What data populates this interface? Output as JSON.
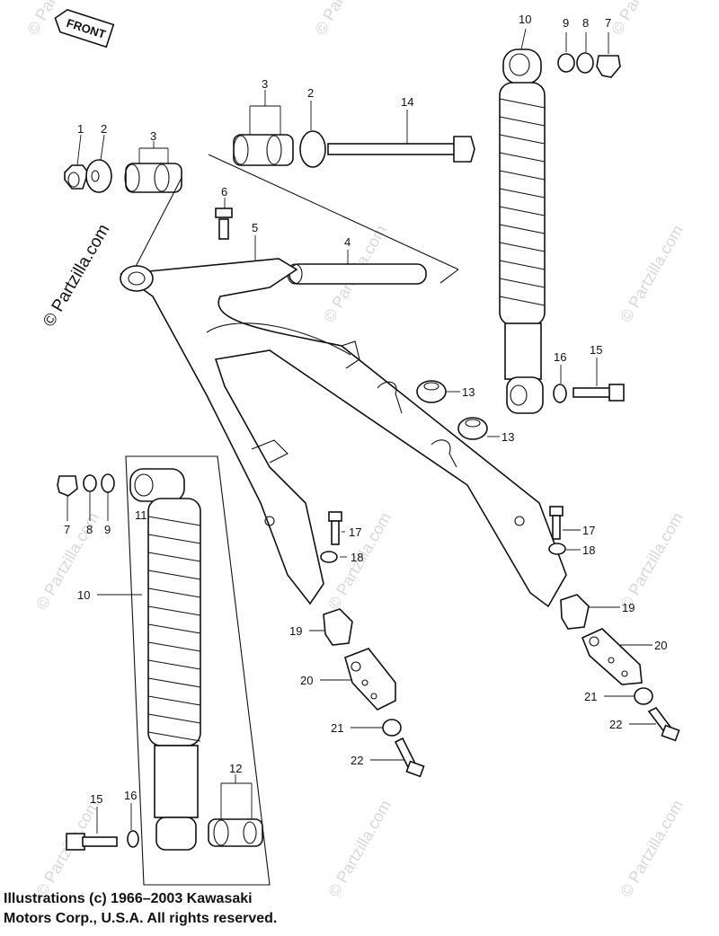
{
  "diagram": {
    "front_badge": "FRONT",
    "watermark_main": "© Partzilla.com",
    "watermark_tile": "© Partzilla.com",
    "labels": {
      "p1": "1",
      "p2a": "2",
      "p3a": "3",
      "p2b": "2",
      "p3b": "3",
      "p14": "14",
      "p6": "6",
      "p5": "5",
      "p4": "4",
      "p10a": "10",
      "p9a": "9",
      "p8a": "8",
      "p7a": "7",
      "p16a": "16",
      "p15a": "15",
      "p13a": "13",
      "p13b": "13",
      "p7b": "7",
      "p8b": "8",
      "p9b": "9",
      "p11": "11",
      "p10b": "10",
      "p17a": "17",
      "p18a": "18",
      "p17b": "17",
      "p18b": "18",
      "p19a": "19",
      "p19b": "19",
      "p20a": "20",
      "p20b": "20",
      "p21a": "21",
      "p21b": "21",
      "p22a": "22",
      "p22b": "22",
      "p12": "12",
      "p15b": "15",
      "p16b": "16"
    }
  },
  "footer": {
    "line1": "Illustrations (c) 1966–2003 Kawasaki",
    "line2": "Motors Corp., U.S.A.  All rights reserved."
  }
}
